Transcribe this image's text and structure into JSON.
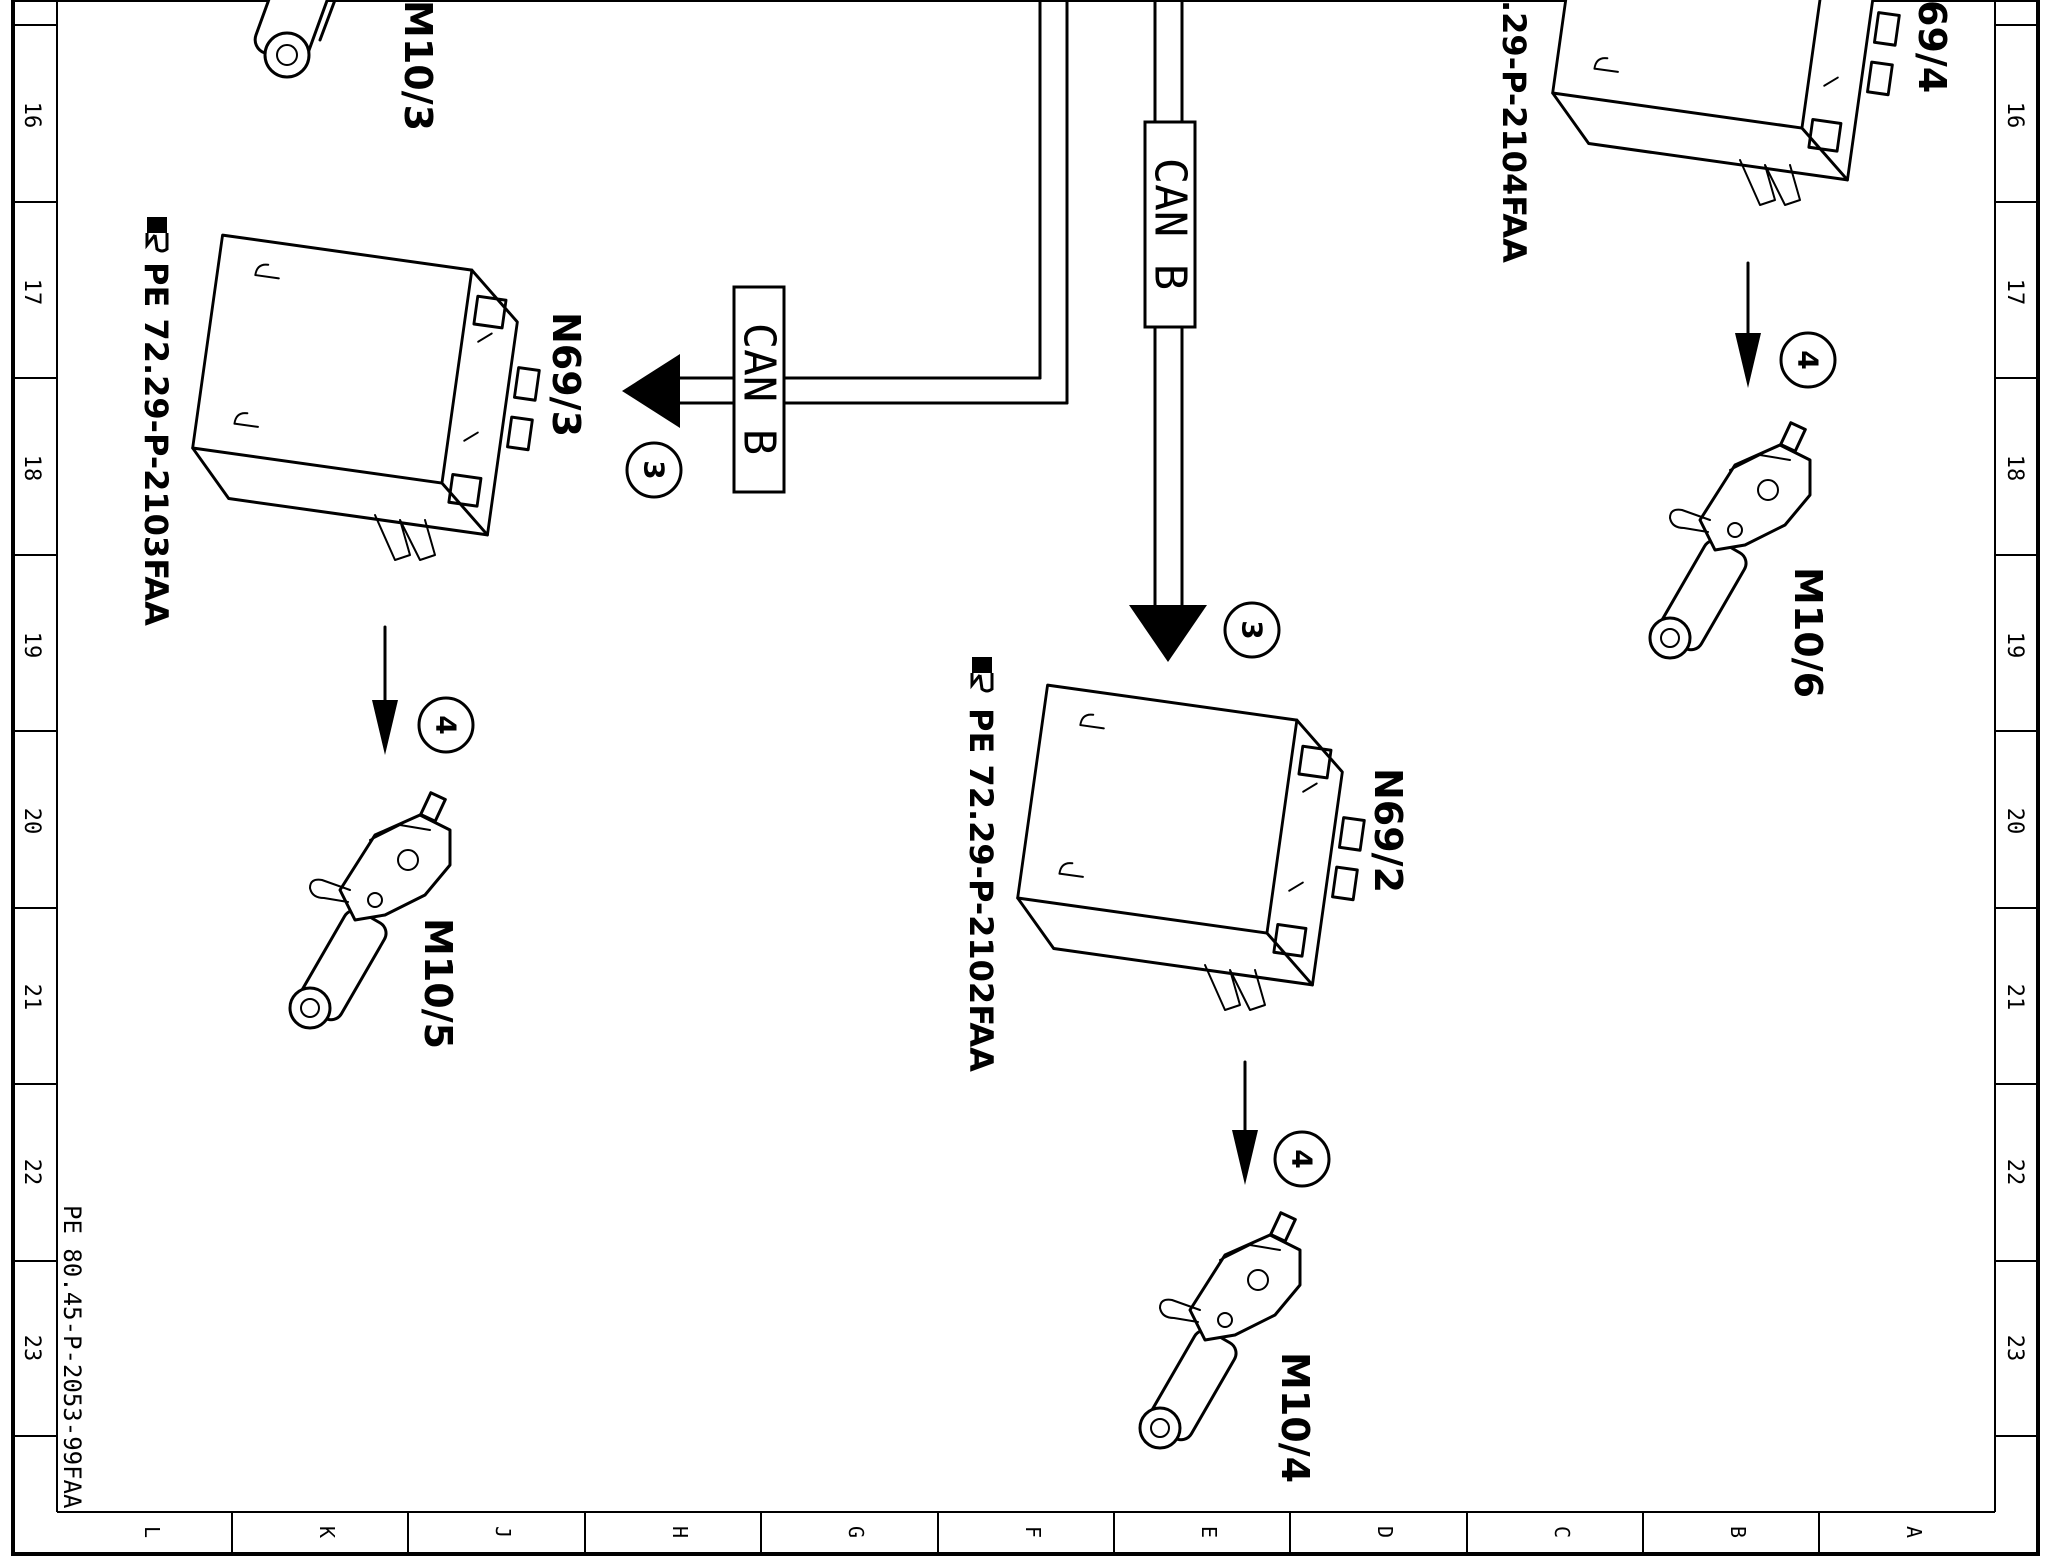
{
  "drawing_ref": "PE 80.45-P-2053-99FAA",
  "frame": {
    "row_numbers": [
      "16",
      "17",
      "18",
      "19",
      "20",
      "21",
      "22",
      "23"
    ],
    "column_letters": [
      "L",
      "K",
      "J",
      "H",
      "G",
      "F",
      "E",
      "D",
      "C",
      "B",
      "A"
    ]
  },
  "bus_labels": {
    "can_b_left": "CAN B",
    "can_b_center": "CAN B"
  },
  "step_numbers": {
    "n69_3_step": "3",
    "n69_2_step": "3",
    "m10_5_step": "4",
    "m10_4_step": "4",
    "m10_6_step": "4"
  },
  "components": {
    "m10_3": "M10/3",
    "n69_4": "69/4",
    "n69_4_ref": ".29-P-2104FAA",
    "n69_3": "N69/3",
    "n69_3_ref": "PE 72.29-P-2103FAA",
    "n69_2": "N69/2",
    "n69_2_ref": "PE 72.29-P-2102FAA",
    "m10_5": "M10/5",
    "m10_4": "M10/4",
    "m10_6": "M10/6"
  },
  "icons": {
    "reference_hand": "pointing-hand-icon",
    "control_unit": "control-module-icon",
    "window_motor": "window-motor-icon"
  }
}
